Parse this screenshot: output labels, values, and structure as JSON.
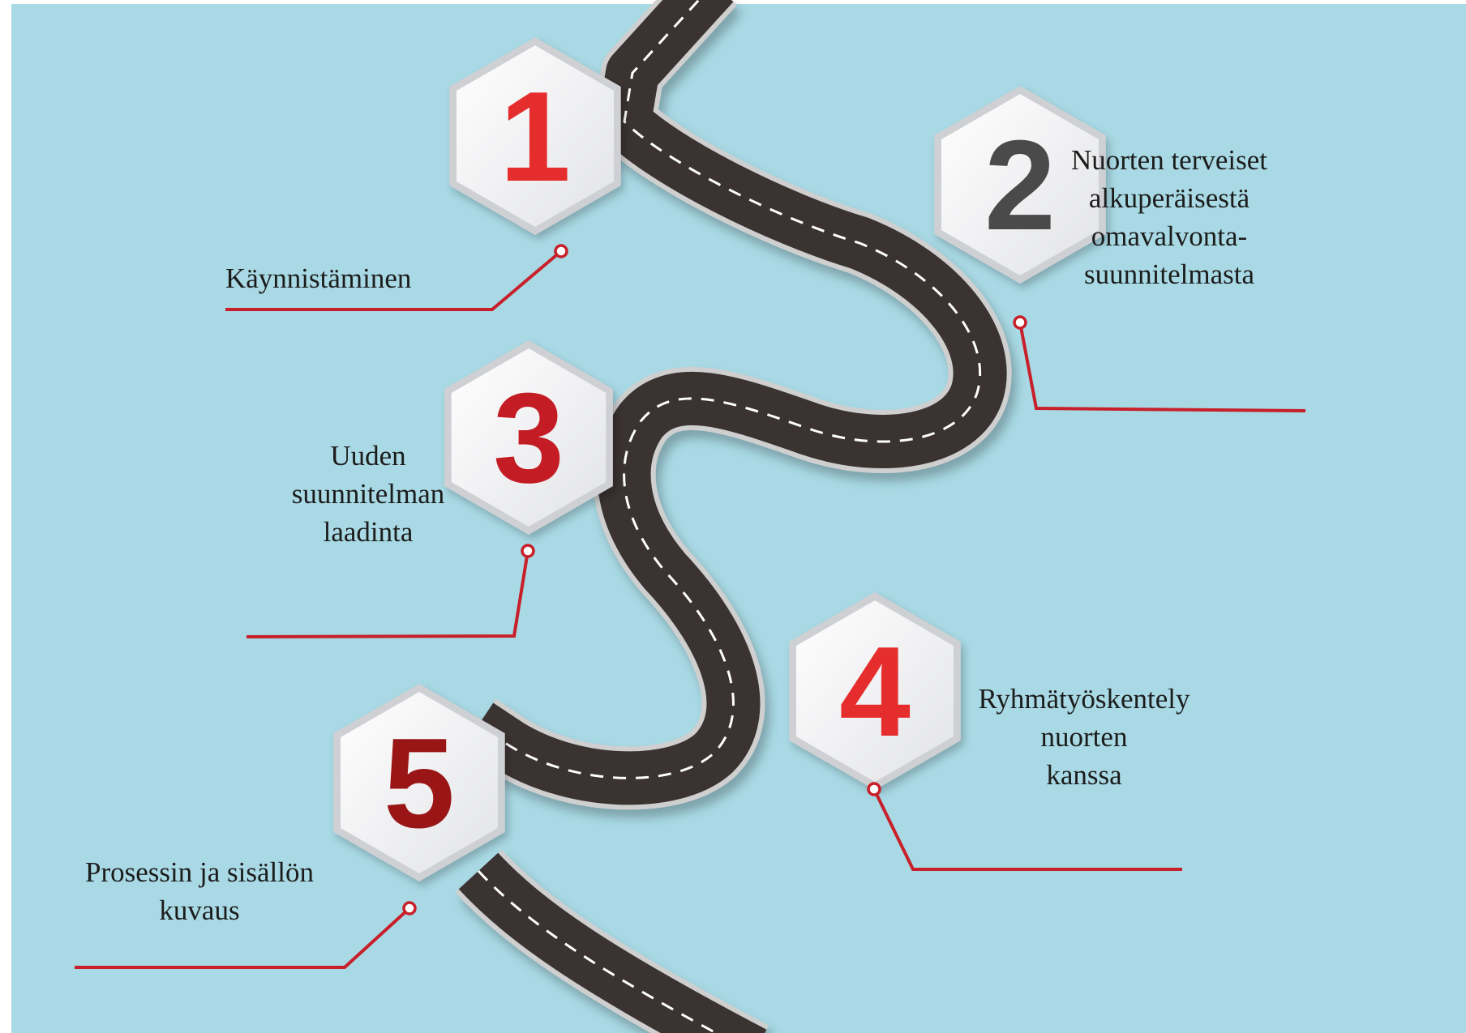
{
  "colors": {
    "background": "#a8d9e4",
    "road": "#3a3230",
    "road_edge": "#cfcfcf",
    "lane_marking": "#ffffff",
    "hexagon_fill": "#eeeeef",
    "hexagon_shade": "#cfd0d3",
    "leader_line": "#c8202a"
  },
  "steps": [
    {
      "number": "1",
      "color": "#e62d2d",
      "label_lines": [
        "Käynnistäminen"
      ]
    },
    {
      "number": "2",
      "color": "#4a4a4a",
      "label_lines": [
        "Nuorten terveiset",
        "alkuperäisestä",
        "omavalvonta-",
        "suunnitelmasta"
      ]
    },
    {
      "number": "3",
      "color": "#c41c24",
      "label_lines": [
        "Uuden",
        "suunnitelman",
        "laadinta"
      ]
    },
    {
      "number": "4",
      "color": "#e62d2d",
      "label_lines": [
        "Ryhmätyöskentely",
        "nuorten",
        "kanssa"
      ]
    },
    {
      "number": "5",
      "color": "#9a1616",
      "label_lines": [
        "Prosessin ja sisällön",
        "kuvaus"
      ]
    }
  ]
}
